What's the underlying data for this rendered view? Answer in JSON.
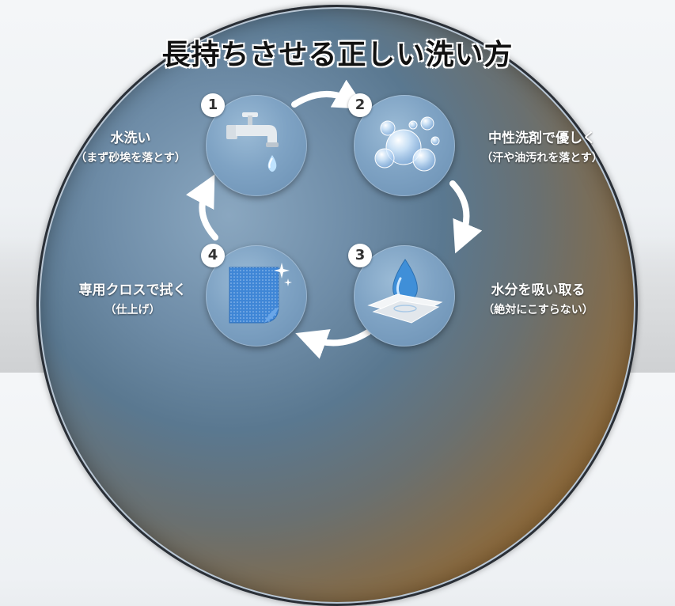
{
  "title": "長持ちさせる正しい洗い方",
  "steps": [
    {
      "number": "1",
      "label": "水洗い",
      "note": "（まず砂埃を落とす）",
      "icon": "faucet-icon"
    },
    {
      "number": "2",
      "label": "中性洗剤で優しく",
      "note": "（汗や油汚れを落とす）",
      "icon": "bubbles-icon"
    },
    {
      "number": "3",
      "label": "水分を吸い取る",
      "note": "（絶対にこすらない）",
      "icon": "water-drop-towel-icon"
    },
    {
      "number": "4",
      "label": "専用クロスで拭く",
      "note": "（仕上げ）",
      "icon": "microfiber-cloth-icon"
    }
  ],
  "colors": {
    "step_circle": "#7fa3c4",
    "arrow": "#ffffff",
    "disc_cool": "#6f8da8",
    "disc_warm": "#a66e24"
  }
}
